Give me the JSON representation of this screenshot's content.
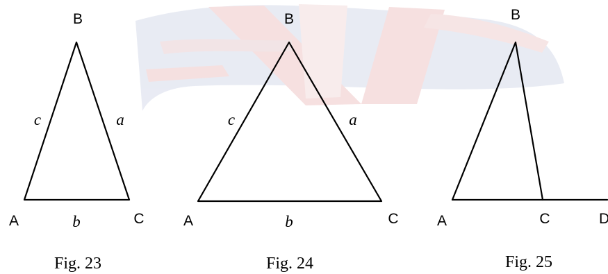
{
  "figures": [
    {
      "caption": "Fig. 23",
      "vertices": {
        "A": "A",
        "B": "B",
        "C": "C"
      },
      "sides": {
        "a": "a",
        "b": "b",
        "c": "c"
      }
    },
    {
      "caption": "Fig. 24",
      "vertices": {
        "A": "A",
        "B": "B",
        "C": "C"
      },
      "sides": {
        "a": "a",
        "b": "b",
        "c": "c"
      }
    },
    {
      "caption": "Fig. 25",
      "vertices": {
        "A": "A",
        "B": "B",
        "C": "C",
        "D": "D"
      }
    }
  ],
  "colors": {
    "line": "#000000",
    "watermark_red": "#e8b4b4",
    "watermark_blue": "#c7cbe0"
  }
}
